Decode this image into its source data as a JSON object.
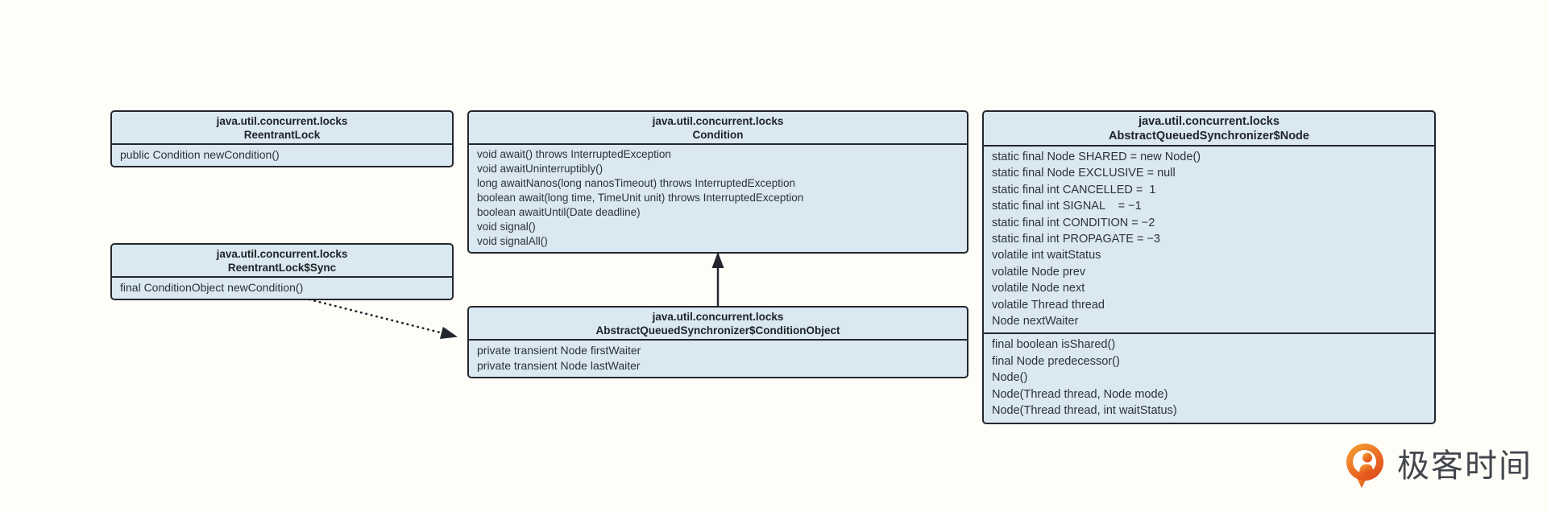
{
  "palette": {
    "background": "#fffdf8",
    "box_fill": "#d9e8f1",
    "box_border": "#23272d",
    "text": "#2e3237",
    "logo_orange_light": "#f6a434",
    "logo_orange_dark": "#e24b1b",
    "logo_text_color": "#43474d"
  },
  "classes": {
    "reentrant_lock": {
      "package": "java.util.concurrent.locks",
      "name": "ReentrantLock",
      "members": [
        "public Condition newCondition()"
      ]
    },
    "sync": {
      "package": "java.util.concurrent.locks",
      "name": "ReentrantLock$Sync",
      "members": [
        "final ConditionObject newCondition()"
      ]
    },
    "condition": {
      "package": "java.util.concurrent.locks",
      "name": "Condition",
      "members": [
        "void await() throws InterruptedException",
        "void awaitUninterruptibly()",
        "long awaitNanos(long nanosTimeout) throws InterruptedException",
        "boolean await(long time, TimeUnit unit) throws InterruptedException",
        "boolean awaitUntil(Date deadline)",
        "void signal()",
        "void signalAll()"
      ]
    },
    "condition_object": {
      "package": "java.util.concurrent.locks",
      "name": "AbstractQueuedSynchronizer$ConditionObject",
      "members": [
        "private transient Node firstWaiter",
        "private transient Node lastWaiter"
      ]
    },
    "node": {
      "package": "java.util.concurrent.locks",
      "name": "AbstractQueuedSynchronizer$Node",
      "fields": [
        "static final Node SHARED = new Node()",
        "static final Node EXCLUSIVE = null",
        "static final int CANCELLED =  1",
        "static final int SIGNAL    = −1",
        "static final int CONDITION = −2",
        "static final int PROPAGATE = −3",
        "volatile int waitStatus",
        "volatile Node prev",
        "volatile Node next",
        "volatile Thread thread",
        "Node nextWaiter"
      ],
      "methods": [
        "final boolean isShared()",
        "final Node predecessor()",
        "Node()",
        "Node(Thread thread, Node mode)",
        "Node(Thread thread, int waitStatus)"
      ]
    }
  },
  "relationships": [
    {
      "from": "AbstractQueuedSynchronizer$ConditionObject",
      "to": "Condition",
      "style": "solid-arrow-up"
    },
    {
      "from": "ReentrantLock$Sync",
      "to": "AbstractQueuedSynchronizer$ConditionObject",
      "style": "dotted-arrow"
    }
  ],
  "logo": {
    "text": "极客时间"
  }
}
